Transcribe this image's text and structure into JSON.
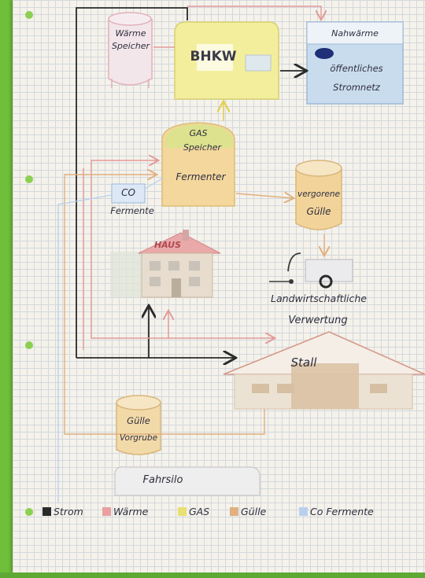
{
  "nodes": {
    "waerme_speicher_line1": "Wärme",
    "waerme_speicher_line2": "Speicher",
    "bhkw": "BHKW",
    "nahwaerme_title": "Nahwärme",
    "nahwaerme_line2": "öffentliches",
    "nahwaerme_line3": "Stromnetz",
    "gas_speicher_line1": "GAS",
    "gas_speicher_line2": "Speicher",
    "fermenter": "Fermenter",
    "co_box": "CO",
    "co_fermente_label": "Fermente",
    "vergorene_guelle_line1": "vergorene",
    "vergorene_guelle_line2": "Gülle",
    "haus": "HAUS",
    "landwirtschaft_line1": "Landwirtschaftliche",
    "landwirtschaft_line2": "Verwertung",
    "stall": "Stall",
    "guelle_vorgrube_line1": "Gülle",
    "guelle_vorgrube_line2": "Vorgrube",
    "fahrsilo": "Fahrsilo"
  },
  "legend": {
    "items": [
      {
        "label": "Strom",
        "color": "#2a2a2a"
      },
      {
        "label": "Wärme",
        "color": "#e8a0a0"
      },
      {
        "label": "GAS",
        "color": "#e8e070"
      },
      {
        "label": "Gülle",
        "color": "#e0b080"
      },
      {
        "label": "Co Fermente",
        "color": "#b8d0ee"
      }
    ]
  },
  "colors": {
    "strom": "#2a2a2a",
    "waerme": "#e8a0a0",
    "gas": "#f2ee8a",
    "guelle": "#e6c08a",
    "co_fermente": "#b8d0ee",
    "paper": "#f4f2ea",
    "binder_green": "#6fbf3a"
  }
}
